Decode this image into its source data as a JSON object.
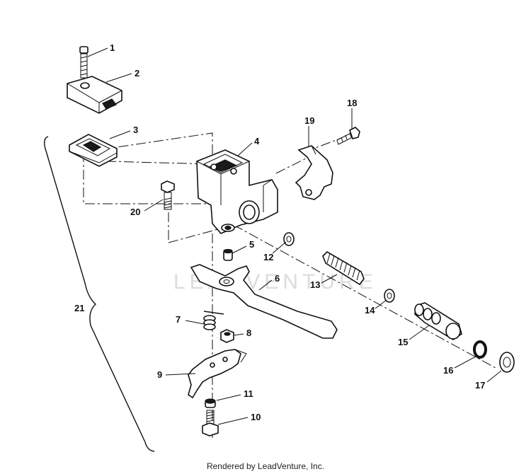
{
  "watermark": "LEADVENTURE",
  "credit": "Rendered by LeadVenture, Inc.",
  "callouts": {
    "c1": "1",
    "c2": "2",
    "c3": "3",
    "c4": "4",
    "c5": "5",
    "c6": "6",
    "c7": "7",
    "c8": "8",
    "c9": "9",
    "c10": "10",
    "c11": "11",
    "c12": "12",
    "c13": "13",
    "c14": "14",
    "c15": "15",
    "c16": "16",
    "c17": "17",
    "c18": "18",
    "c19": "19",
    "c20": "20",
    "c21": "21"
  }
}
